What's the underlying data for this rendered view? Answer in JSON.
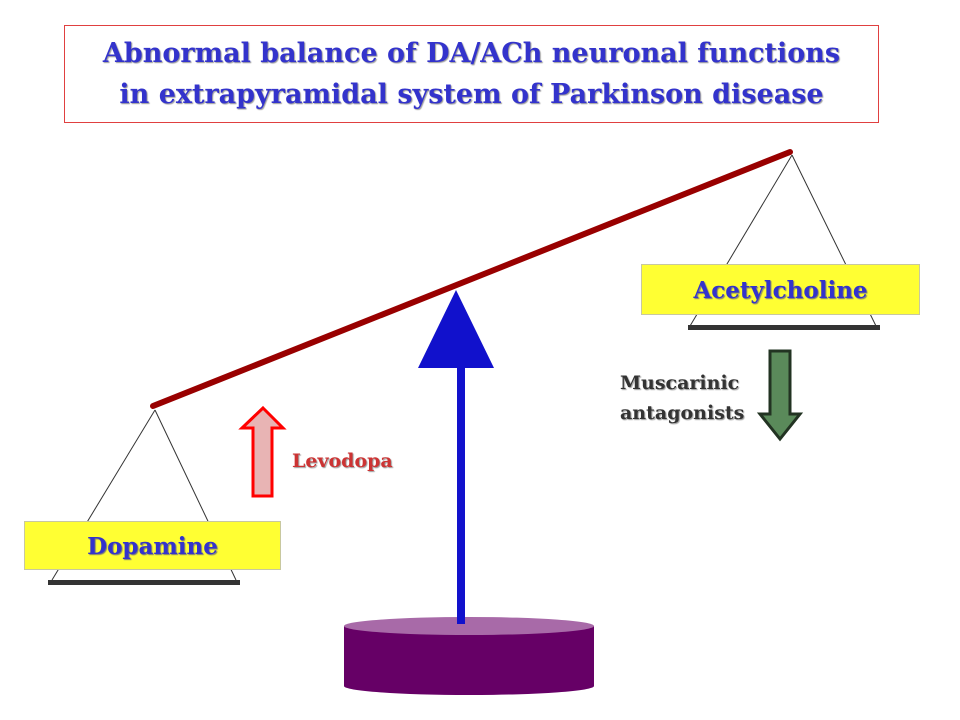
{
  "title": {
    "line1": "Abnormal balance of DA/ACh neuronal functions",
    "line2": "in extrapyramidal system of Parkinson disease"
  },
  "labels": {
    "acetylcholine": "Acetylcholine",
    "dopamine": "Dopamine"
  },
  "annotations": {
    "levodopa": "Levodopa",
    "muscarinic_line1": "Muscarinic",
    "muscarinic_line2": "antagonists"
  },
  "arrows": {
    "levodopa": {
      "direction": "up"
    },
    "muscarinic_antagonists": {
      "direction": "down"
    }
  },
  "colors": {
    "title_text": "#3333cc",
    "title_border": "#e04040",
    "label_fill": "#ffff33",
    "label_text": "#3333cc",
    "beam": "#990000",
    "fulcrum": "#1111cc",
    "base": "#660066",
    "base_top": "#a86aa8",
    "levodopa_arrow_fill": "#e8b4b4",
    "levodopa_arrow_stroke": "#ff0000",
    "levodopa_text": "#cc3333",
    "antagonist_arrow_fill": "#5a8a5a",
    "antagonist_arrow_stroke": "#223322",
    "pan": "#333333"
  }
}
